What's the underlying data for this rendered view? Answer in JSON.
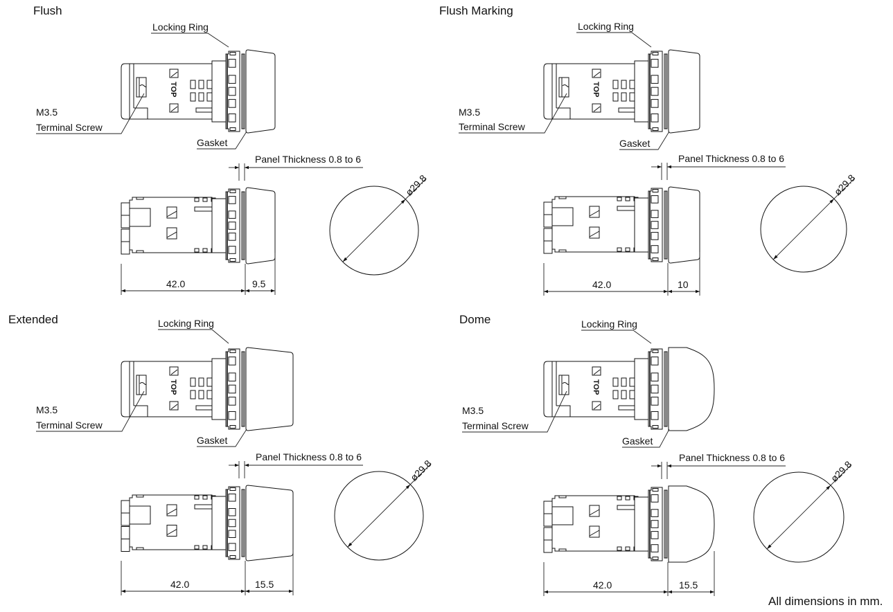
{
  "document": {
    "footer_note": "All dimensions in mm."
  },
  "views": [
    {
      "id": "flush",
      "title": "Flush",
      "cap_style": "flush",
      "labels": {
        "locking_ring": "Locking Ring",
        "terminal_screw_line1": "M3.5",
        "terminal_screw_line2": "Terminal Screw",
        "gasket": "Gasket",
        "top_marking": "TOP",
        "panel_thickness": "Panel Thickness 0.8 to 6"
      },
      "dimensions": {
        "body_length": "42.0",
        "cap_length": "9.5",
        "diameter": "ø29.8"
      }
    },
    {
      "id": "flush-marking",
      "title": "Flush Marking",
      "cap_style": "flush",
      "labels": {
        "locking_ring": "Locking Ring",
        "terminal_screw_line1": "M3.5",
        "terminal_screw_line2": "Terminal Screw",
        "gasket": "Gasket",
        "top_marking": "TOP",
        "panel_thickness": "Panel Thickness 0.8 to 6"
      },
      "dimensions": {
        "body_length": "42.0",
        "cap_length": "10",
        "diameter": "ø29.8"
      }
    },
    {
      "id": "extended",
      "title": "Extended",
      "cap_style": "extended",
      "labels": {
        "locking_ring": "Locking Ring",
        "terminal_screw_line1": "M3.5",
        "terminal_screw_line2": "Terminal Screw",
        "gasket": "Gasket",
        "top_marking": "TOP",
        "panel_thickness": "Panel Thickness 0.8 to 6"
      },
      "dimensions": {
        "body_length": "42.0",
        "cap_length": "15.5",
        "diameter": "ø29.8"
      }
    },
    {
      "id": "dome",
      "title": "Dome",
      "cap_style": "dome",
      "labels": {
        "locking_ring": "Locking Ring",
        "terminal_screw_line1": "M3.5",
        "terminal_screw_line2": "Terminal Screw",
        "gasket": "Gasket",
        "top_marking": "TOP",
        "panel_thickness": "Panel Thickness 0.8 to 6"
      },
      "dimensions": {
        "body_length": "42.0",
        "cap_length": "15.5",
        "diameter": "ø29.8"
      }
    }
  ]
}
